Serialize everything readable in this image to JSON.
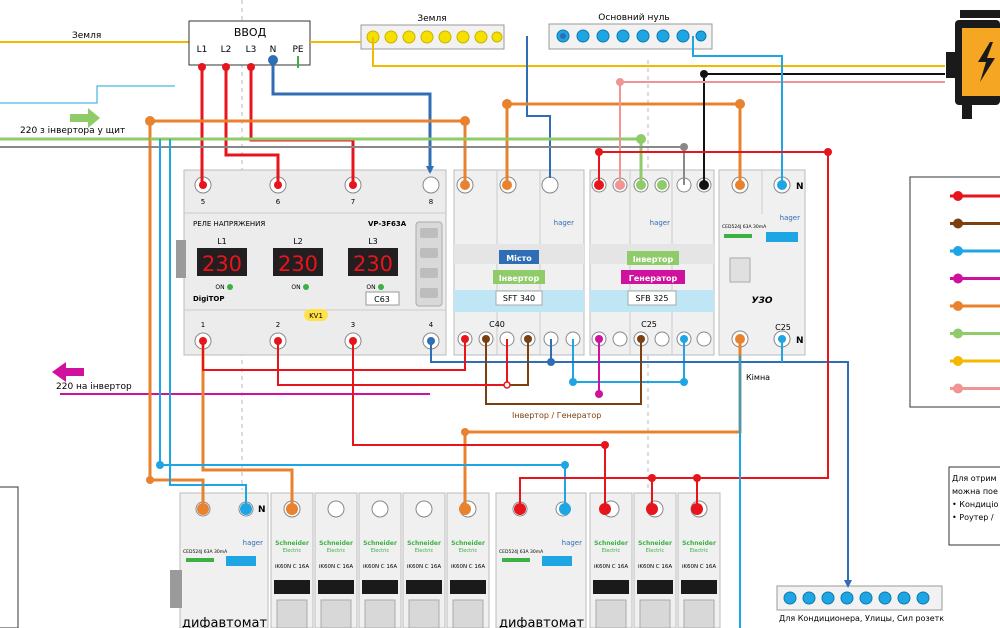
{
  "input_box": {
    "title": "ВВОД",
    "terminals": [
      "L1",
      "L2",
      "L3",
      "N",
      "PE"
    ]
  },
  "labels": {
    "earth_line": "Земля",
    "earth_bus": "Земля",
    "neutral_bus": "Основний нуль",
    "from_inverter": "220 з інвертора у щит",
    "to_inverter": "220 на інвертор",
    "inverter_generator": "Інвертор / Генератор",
    "kimna": "Кімна",
    "bottom_bus": "Для Кондиционера, Улицы, Сил розетк",
    "difavtomat_1": "дифавтомат",
    "difavtomat_2": "дифавтомат"
  },
  "relay": {
    "title": "РЕЛЕ НАПРЯЖЕНИЯ",
    "model": "VP-3F63A",
    "phase_labels": [
      "L1",
      "L2",
      "L3"
    ],
    "displays": [
      "230",
      "230",
      "230"
    ],
    "on_label": "ON",
    "brand": "DigiTOP",
    "rating": "C63",
    "tag": "KV1",
    "top_terminals": [
      "5",
      "6",
      "7",
      "8"
    ],
    "bottom_terminals": [
      "1",
      "2",
      "3",
      "4"
    ]
  },
  "switch_1": {
    "line1": "Місто",
    "line2": "Інвертор",
    "model": "SFT 340",
    "rating": "C40",
    "brand": "hager"
  },
  "switch_2": {
    "line1": "Інвертор",
    "line2": "Генератор",
    "model": "SFB 325",
    "rating": "C25",
    "brand": "hager"
  },
  "uzo": {
    "label": "УЗО",
    "rating": "C25",
    "brand": "hager",
    "spec": "CED524J 63A 30mA",
    "n_label": "N"
  },
  "breakers": {
    "brand_line1": "Schneider",
    "brand_line2": "Electric",
    "spec": "iK60N  C 16A"
  },
  "rcbo": {
    "brand": "hager",
    "spec": "CED524J 63A 30mA",
    "n_label": "N"
  },
  "legend_colors": [
    "#e8141c",
    "#7b3f10",
    "#1ea5e3",
    "#d0119e",
    "#e9822e",
    "#8fcb68",
    "#f5b800",
    "#f09494"
  ],
  "note": {
    "lines": [
      "Для отрим",
      "можна пое",
      "• Кондиціо",
      "• Роутер /"
    ]
  },
  "colors": {
    "red": "#e8141c",
    "brown": "#7b3f10",
    "blue": "#1ea5e3",
    "orange": "#e9822e",
    "green": "#8fcb68",
    "yellow": "#f5b800",
    "pink": "#f09494",
    "magenta": "#d0119e",
    "black": "#111111",
    "dark_blue": "#2f6db5"
  }
}
